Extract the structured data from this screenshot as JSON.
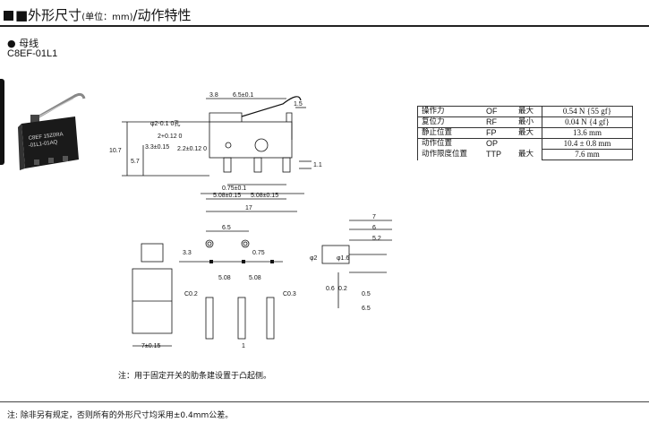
{
  "header": {
    "prefix": "■外形尺寸",
    "unit": "(单位：mm)",
    "suffix": "/动作特性"
  },
  "section": {
    "bullet": "● 母线",
    "model": "C8EF-01L1"
  },
  "product_photo": {
    "print_line1": "C8EF 15Z0RA",
    "print_line2": "-01L1-01AQ"
  },
  "dims": {
    "d38": "3.8",
    "d65top": "6.5±0.1",
    "d15": "1.5",
    "hole": "φ2-0.1 0孔",
    "d2": "2+0.12 0",
    "d33": "3.3±0.15",
    "d22": "2.2±0.12 0",
    "d107": "10.7",
    "d57": "5.7",
    "d11": "1.1",
    "d075a": "0.75±0.1",
    "d508a": "5.08±0.15",
    "d508b": "5.08±0.15",
    "d17": "17",
    "d65mid": "6.5",
    "d33b": "3.3",
    "d075b": "0.75",
    "d508c": "5.08",
    "d508d": "5.08",
    "c02": "C0.2",
    "c03": "C0.3",
    "d7side": "7±0.15",
    "d1": "1",
    "r7": "7",
    "r6": "6",
    "r52": "5.2",
    "phi2": "φ2",
    "phi16": "φ1.6",
    "d06": "0.6",
    "d02": "0.2",
    "d05": "0.5",
    "d65bot": "6.5"
  },
  "note_drawing": "注：用于固定开关的肋条建设置于凸起侧。",
  "spec_table": [
    {
      "label": "操作力",
      "code": "OF",
      "cond": "最大",
      "value": "0.54 N {55 gf}"
    },
    {
      "label": "复位力",
      "code": "RF",
      "cond": "最小",
      "value": "0.04 N {4 gf}"
    },
    {
      "label": "静止位置",
      "code": "FP",
      "cond": "最大",
      "value": "13.6 mm"
    },
    {
      "label": "动作位置",
      "code": "OP",
      "cond": "",
      "value": "10.4 ± 0.8 mm"
    },
    {
      "label": "动作限度位置",
      "code": "TTP",
      "cond": "最大",
      "value": "7.6 mm"
    }
  ],
  "footer_note": "注:  除非另有规定，否则所有的外形尺寸均采用±0.4mm公差。"
}
